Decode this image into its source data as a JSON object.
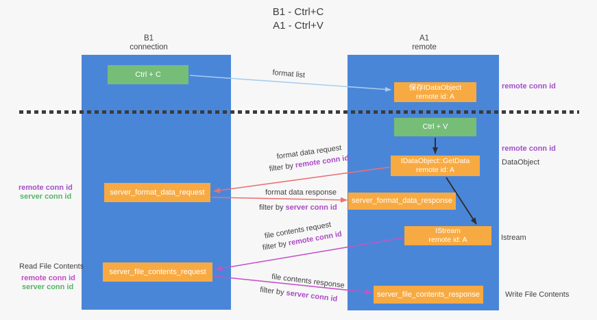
{
  "title": {
    "line1": "B1 - Ctrl+C",
    "line2": "A1 - Ctrl+V"
  },
  "lanes": {
    "left": {
      "name": "B1",
      "subtitle": "connection"
    },
    "right": {
      "name": "A1",
      "subtitle": "remote"
    }
  },
  "nodes": {
    "ctrl_c": {
      "label": "Ctrl + C"
    },
    "ctrl_v": {
      "label": "Ctrl + V"
    },
    "save_dataobject": {
      "line1": "保存IDataObject",
      "line2": "remote id: A"
    },
    "getdata": {
      "line1": "IDataObject::GetData",
      "line2": "remote id: A"
    },
    "istream": {
      "line1": "IStream",
      "line2": "remote id: A"
    },
    "format_request": {
      "label": "server_format_data_request"
    },
    "format_response": {
      "label": "server_format_data_response"
    },
    "file_request": {
      "label": "server_file_contents_request"
    },
    "file_response": {
      "label": "server_file_contents_response"
    }
  },
  "arrow_labels": {
    "format_list": "format list",
    "format_data_request": "format data request",
    "format_data_response": "format data response",
    "file_contents_request": "file contents request",
    "file_contents_response": "file contents response"
  },
  "filter": {
    "prefix": "filter by ",
    "remote": "remote conn id",
    "server": "server conn id"
  },
  "side_labels": {
    "remote_conn_id": "remote conn id",
    "server_conn_id": "server conn id",
    "dataobject": "DataObject",
    "istream": "Istream",
    "read_file_contents": "Read File Contents",
    "write_file_contents": "Write File Contents"
  },
  "colors": {
    "lane_blue": "#4a86d8",
    "node_orange": "#f8aa42",
    "node_green": "#76bd78",
    "arrow_lightblue": "#a7cdee",
    "arrow_salmon": "#ec7272",
    "arrow_magenta": "#c653c6",
    "arrow_black": "#2f2f2f",
    "text_purple": "#a44fc8",
    "text_magenta": "#bf4cc4",
    "text_green": "#56b368",
    "text_dark": "#3f3f3f",
    "background": "#f7f7f8"
  }
}
